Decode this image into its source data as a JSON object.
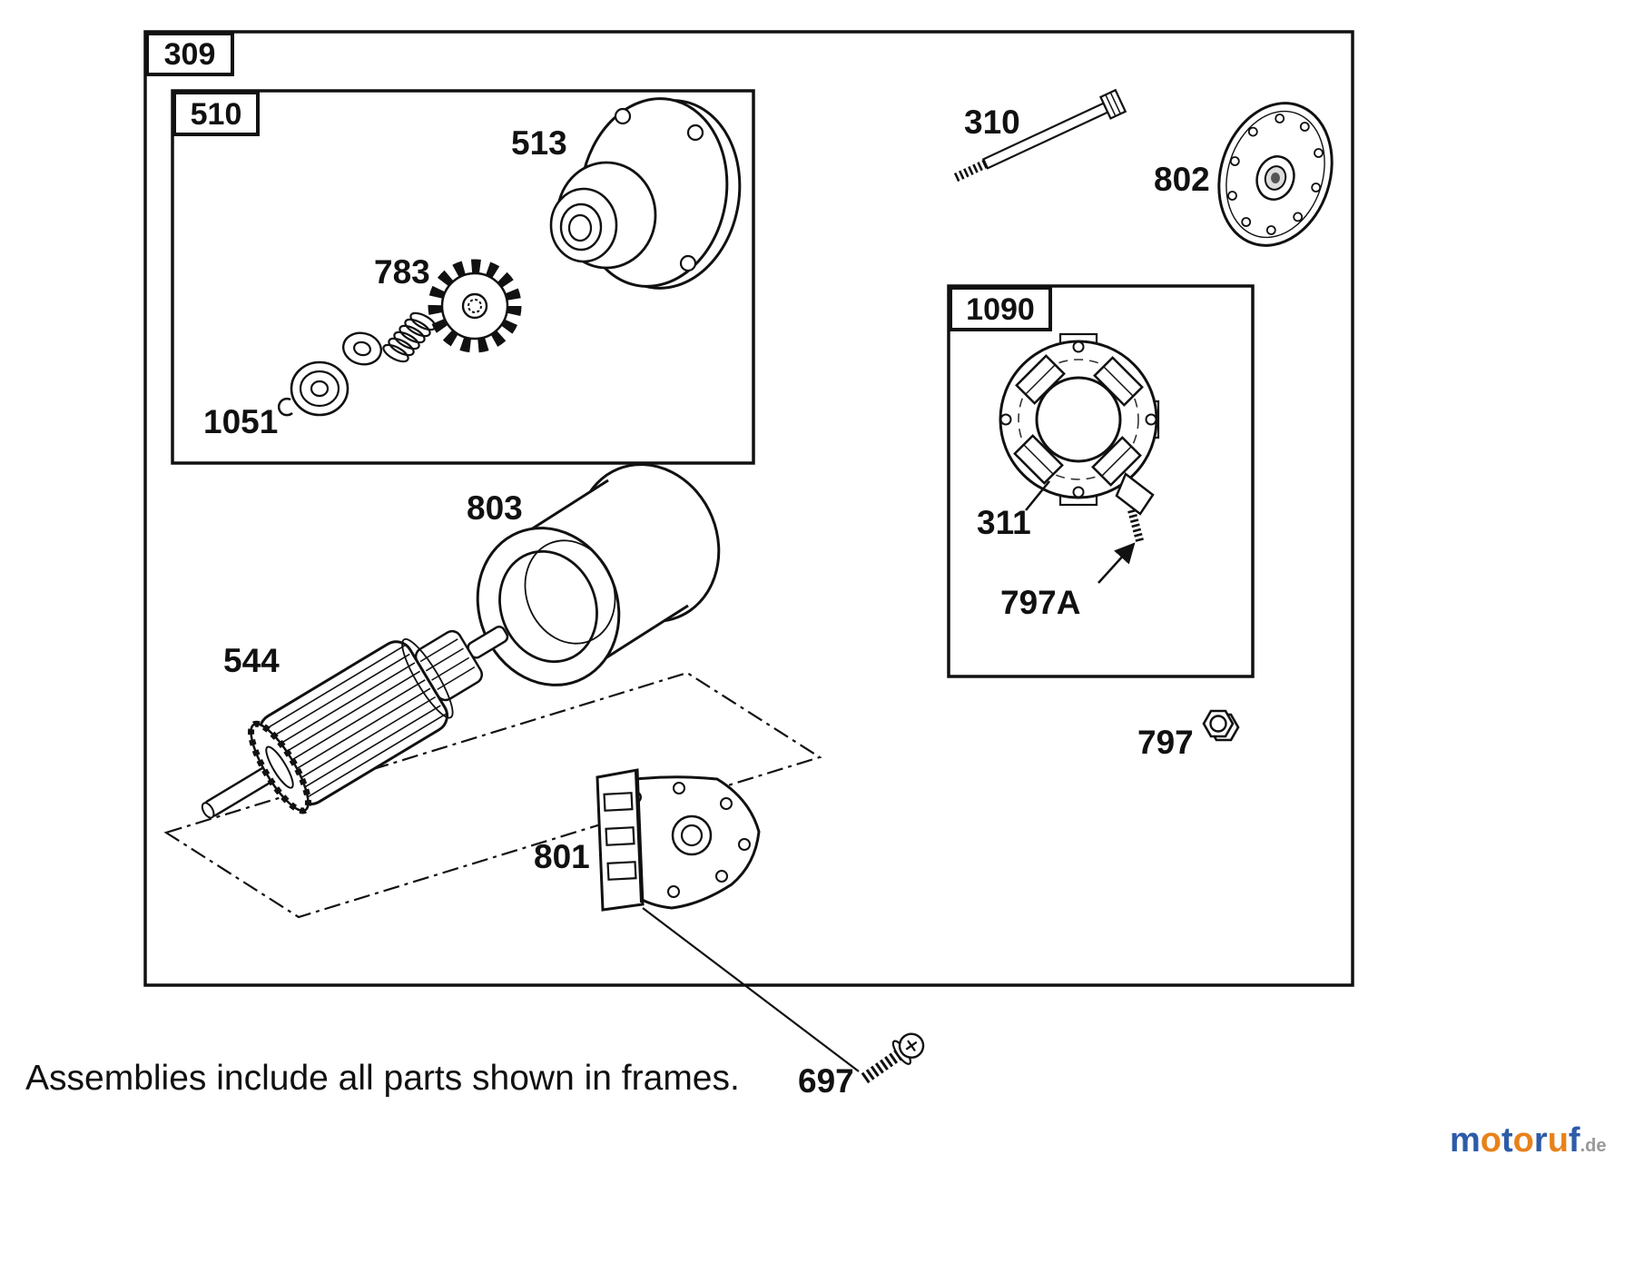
{
  "caption": "Assemblies include all parts shown in frames.",
  "frames": {
    "main": {
      "id": "309"
    },
    "drive": {
      "id": "510"
    },
    "brush": {
      "id": "1090"
    }
  },
  "parts": {
    "p513": "513",
    "p783": "783",
    "p1051": "1051",
    "p803": "803",
    "p544": "544",
    "p801": "801",
    "p310": "310",
    "p802": "802",
    "p311": "311",
    "p797a": "797A",
    "p797": "797",
    "p697": "697"
  },
  "watermark": {
    "letters": [
      "m",
      "o",
      "t",
      "o",
      "r",
      "u",
      "f"
    ],
    "suffix": ".de",
    "colors": {
      "blue": "#2d5ba9",
      "orange": "#e8821b",
      "suffix_gray": "#999999"
    }
  }
}
